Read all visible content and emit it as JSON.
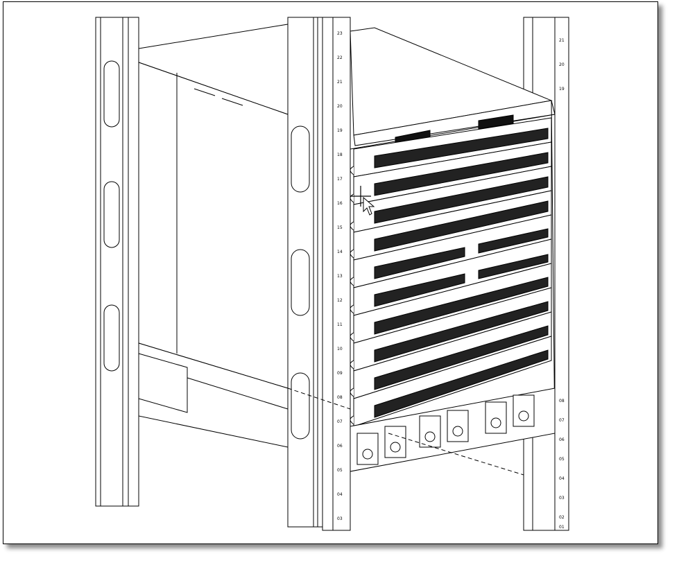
{
  "figure": {
    "rack_unit_labels_left_post": [
      "23",
      "22",
      "21",
      "20",
      "19",
      "18",
      "17",
      "16",
      "15",
      "14",
      "13",
      "12",
      "11",
      "10",
      "09",
      "08",
      "07",
      "06",
      "05",
      "04",
      "03"
    ],
    "rack_unit_labels_right_post": [
      "21",
      "20",
      "19",
      "08",
      "07",
      "06",
      "05",
      "04",
      "03",
      "02",
      "01"
    ],
    "chassis_label_left": "",
    "chassis_label_right": "",
    "line_card_count": 10,
    "power_supply_count": 6,
    "colors": {
      "stroke": "#000000",
      "fill": "#ffffff",
      "card_dark": "#1a1a1a",
      "shadow": "#7a7a7a"
    }
  }
}
